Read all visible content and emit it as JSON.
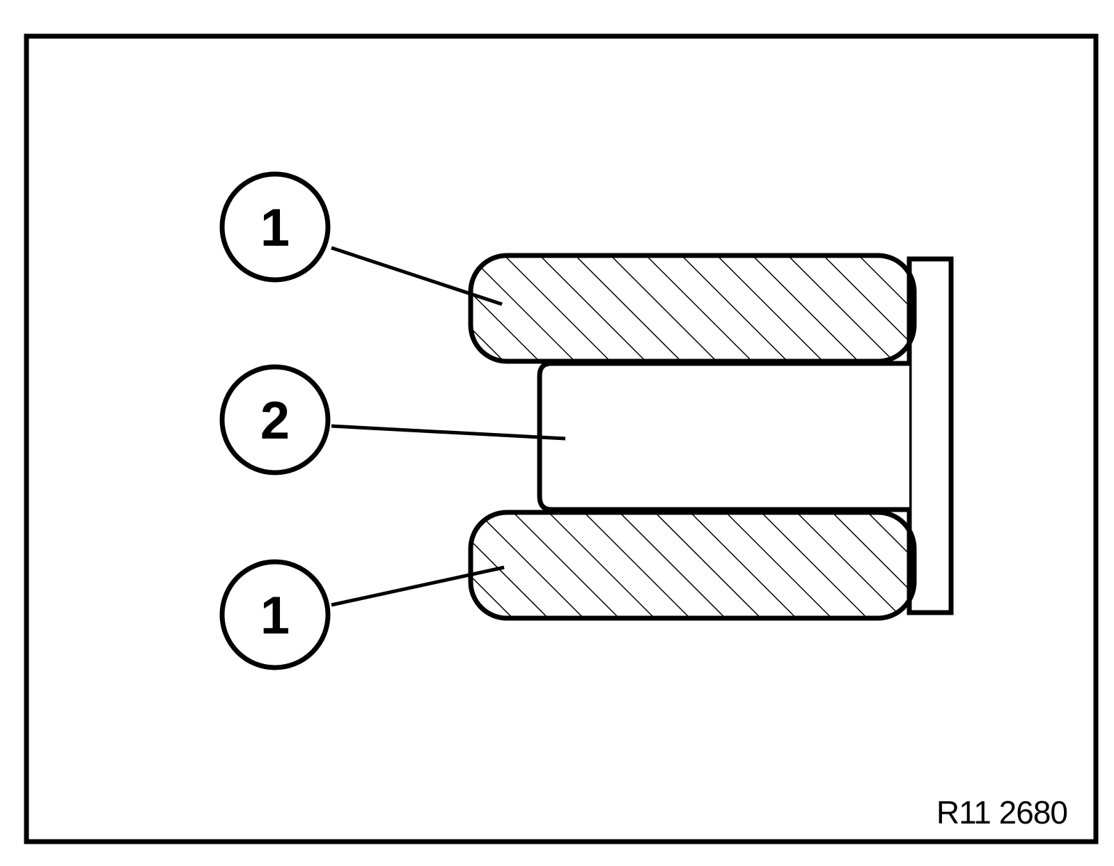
{
  "figure": {
    "callouts": [
      {
        "label": "1",
        "part": "upper-hatched-part"
      },
      {
        "label": "2",
        "part": "center-stem"
      },
      {
        "label": "1",
        "part": "lower-hatched-part"
      }
    ],
    "reference_code": "R11 2680",
    "colors": {
      "ink": "#000000",
      "background": "#ffffff"
    }
  }
}
